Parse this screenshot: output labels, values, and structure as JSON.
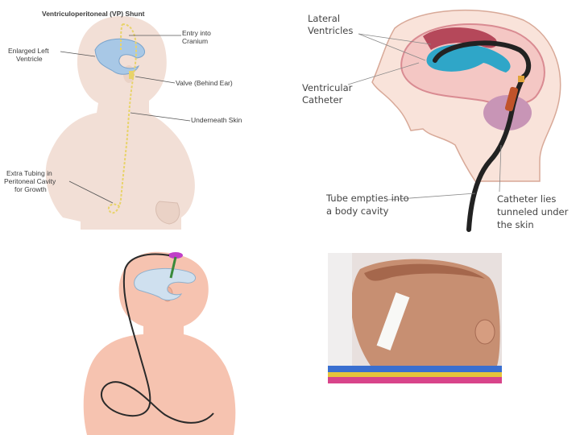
{
  "panel_a": {
    "title": "Ventriculoperitoneal (VP) Shunt",
    "labels": {
      "entry_line1": "Entry into",
      "entry_line2": "Cranium",
      "ventricle_line1": "Enlarged Left",
      "ventricle_line2": "Ventricle",
      "valve": "Valve (Behind Ear)",
      "skin": "Underneath Skin",
      "tubing_line1": "Extra Tubing in",
      "tubing_line2": "Peritoneal Cavity",
      "tubing_line3": "for Growth"
    }
  },
  "panel_b": {
    "labels": {
      "lateral_line1": "Lateral",
      "lateral_line2": "Ventricles",
      "vcath_line1": "Ventricular",
      "vcath_line2": "Catheter",
      "tube_line1": "Tube empties into",
      "tube_line2": "a body cavity",
      "tunnel_line1": "Catheter lies",
      "tunnel_line2": "tunneled under",
      "tunnel_line3": "the skin"
    }
  },
  "colors": {
    "skin_light": "#f2dfd6",
    "skin_pink": "#f6c3b0",
    "ventricle_blue": "#9ec3e6",
    "ventricle_teal": "#2fa6c8",
    "brain_pink": "#d98b92",
    "catheter": "#222222",
    "shunt_yellow": "#e8d36a",
    "valve_orange": "#c0532a"
  }
}
